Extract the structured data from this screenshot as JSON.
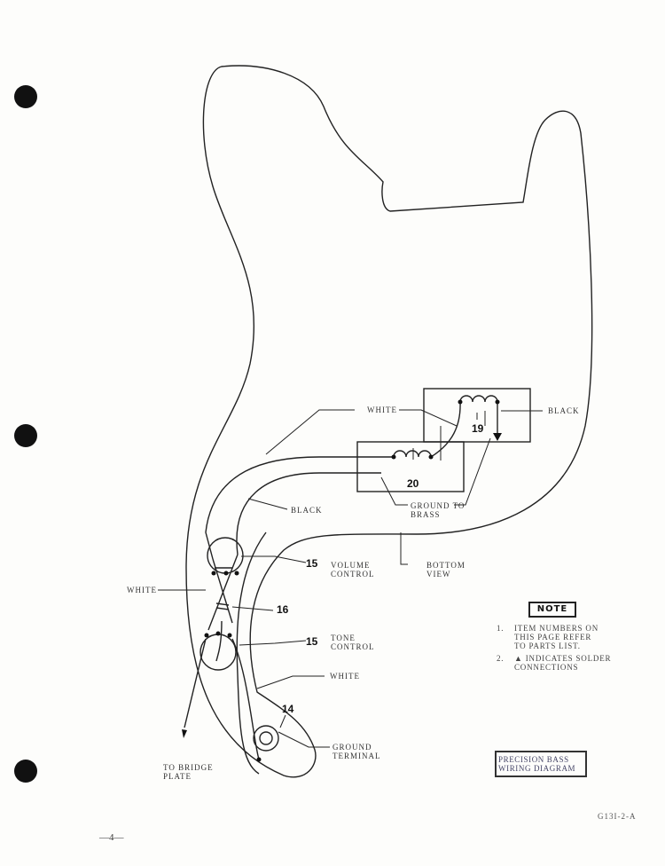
{
  "labels": {
    "white_top": "WHITE",
    "black_right": "BLACK",
    "black_left": "BLACK",
    "ground_to_brass_1": "GROUND TO",
    "ground_to_brass_2": "BRASS",
    "bottom_view_1": "BOTTOM",
    "bottom_view_2": "VIEW",
    "volume_1": "VOLUME",
    "volume_2": "CONTROL",
    "tone_1": "TONE",
    "tone_2": "CONTROL",
    "white_left": "WHITE",
    "white_lower": "WHITE",
    "ground_terminal_1": "GROUND",
    "ground_terminal_2": "TERMINAL",
    "bridge_1": "TO BRIDGE",
    "bridge_2": "PLATE"
  },
  "numbers": {
    "pickup_upper": "19",
    "pickup_lower": "20",
    "volume": "15",
    "capacitor": "16",
    "tone": "15",
    "ground_terminal": "14"
  },
  "note": {
    "heading": "NOTE",
    "items": [
      {
        "n": "1.",
        "text": "ITEM NUMBERS ON THIS PAGE REFER TO PARTS LIST."
      },
      {
        "n": "2.",
        "text": "▲ INDICATES SOLDER CONNECTIONS"
      }
    ]
  },
  "title": {
    "line1": "PRECISION BASS",
    "line2": "WIRING DIAGRAM"
  },
  "drawing_code": "G13I-2-A",
  "page_number": "—4—"
}
